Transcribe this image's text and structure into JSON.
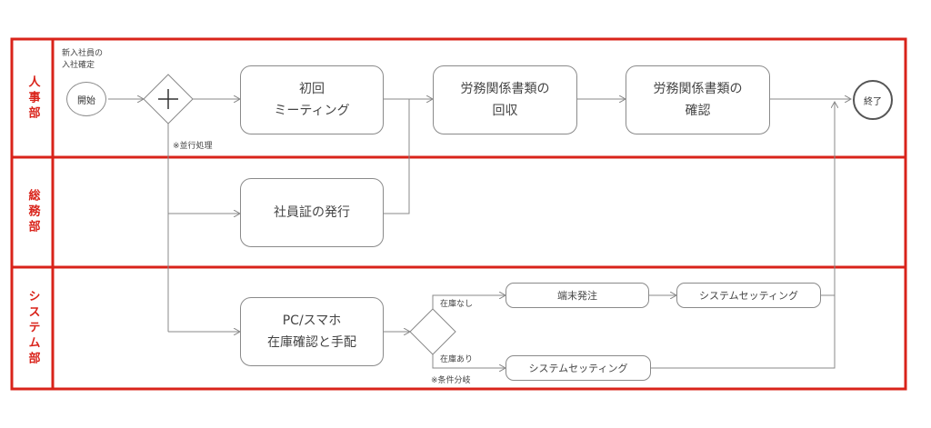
{
  "lanes": [
    {
      "label": "人事部"
    },
    {
      "label": "総務部"
    },
    {
      "label": "システム部"
    }
  ],
  "nodes": {
    "start": "開始",
    "end": "終了",
    "first_meeting": "初回\nミーティング",
    "collect_docs": "労務関係書類の\n回収",
    "confirm_docs": "労務関係書類の\n確認",
    "id_card": "社員証の発行",
    "pc_phone": "PC/スマホ\n在庫確認と手配",
    "order_device": "端末発注",
    "setup_after_order": "システムセッティング",
    "setup_in_stock": "システムセッティング"
  },
  "annotations": {
    "trigger": "新入社員の\n入社確定",
    "parallel": "※並行処理",
    "no_stock": "在庫なし",
    "in_stock": "在庫あり",
    "condition": "※条件分岐"
  },
  "colors": {
    "lane_border": "#d9231a",
    "lane_label": "#d9231a",
    "connector": "#888888",
    "node_border": "#8a8a8a"
  }
}
